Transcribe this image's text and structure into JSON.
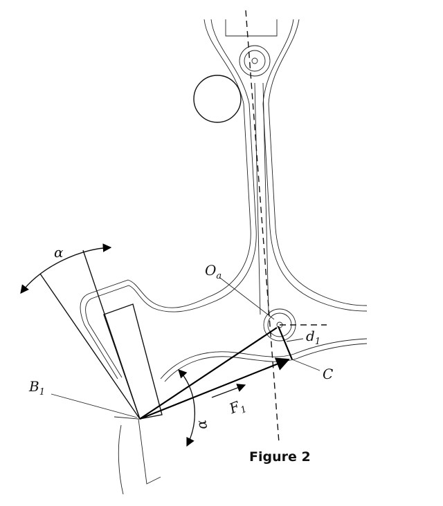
{
  "labels": {
    "alpha_top": "α",
    "alpha_right": "α",
    "O_main": "O",
    "O_sub": "a",
    "d_main": "d",
    "d_sub": "1",
    "B_main": "B",
    "B_sub": "1",
    "F_main": "F",
    "F_sub": "1",
    "C": "C"
  },
  "caption": "Figure 2",
  "colors": {
    "ink": "#111111",
    "background": "#ffffff"
  }
}
